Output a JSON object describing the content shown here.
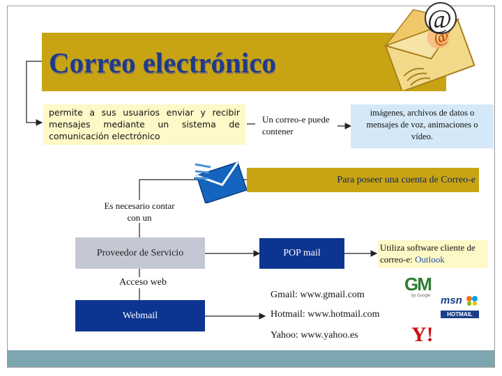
{
  "title": "Correo electrónico",
  "definition_lines": [
    "permite a sus usuarios enviar y recibir",
    "mensajes mediante un sistema de",
    "comunicación electrónico"
  ],
  "contener": "Un correo-e puede contener",
  "media": "imágenes, archivos de datos o mensajes de voz,  animaciones o vídeo.",
  "cuenta": "Para poseer una cuenta de Correo-e",
  "necesario": "Es necesario contar con un",
  "proveedor": "Proveedor de Servicio",
  "acceso": "Acceso web",
  "webmail": "Webmail",
  "pop": "POP mail",
  "cliente": {
    "text": "Utiliza software cliente de correo-e: ",
    "highlight": "Outlook"
  },
  "services": {
    "gmail": "Gmail: www.gmail.com",
    "hotmail": "Hotmail: www.hotmail.com",
    "yahoo": "Yahoo: www.yahoo.es"
  },
  "logos": {
    "gmail_letters": "GM",
    "gmail_sub": "by Google",
    "msn": "msn",
    "hotmail": "HOTMAIL",
    "yahoo": "Y!"
  },
  "colors": {
    "gold": "#c8a414",
    "navy": "#0d3490",
    "cream": "#fff8c7",
    "light_blue": "#d4e8f7",
    "gray_box": "#c4c8d4",
    "footer": "#7ea6b1"
  },
  "icons": [
    "email-at-envelope-icon",
    "email-envelope-icon",
    "arrow-icon"
  ]
}
